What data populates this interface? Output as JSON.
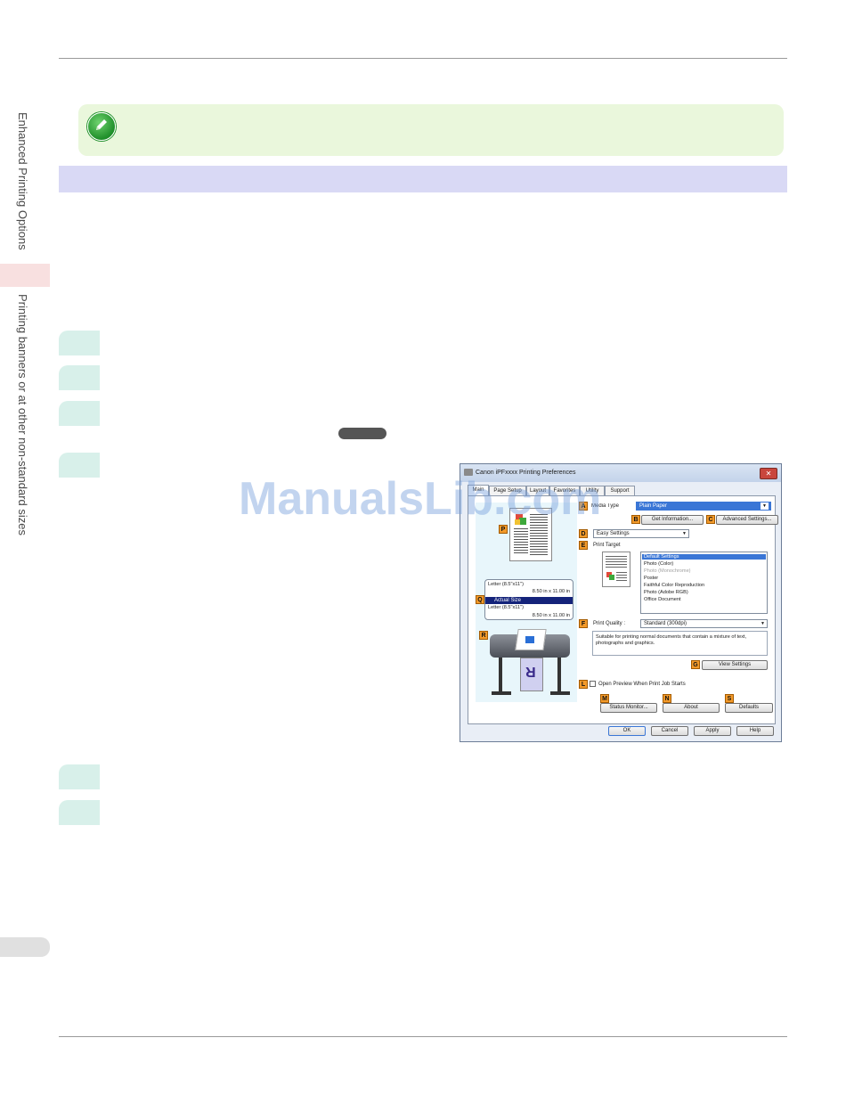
{
  "side_tabs": {
    "chapter": "Enhanced Printing Options",
    "section": "Printing banners or at other non-standard sizes"
  },
  "watermark": "ManualsLib.com",
  "dialog": {
    "title": "Canon iPFxxxx Printing Preferences",
    "close_label": "✕",
    "tabs": [
      "Main",
      "Page Setup",
      "Layout",
      "Favorites",
      "Utility",
      "Support"
    ],
    "media_type_label": "Media Type",
    "media_type_value": "Plain Paper",
    "get_information_button": "Get Information...",
    "advanced_settings_button": "Advanced Settings...",
    "mode_value": "Easy Settings",
    "print_target_label": "Print Target",
    "print_target_items": [
      {
        "label": "Default Settings",
        "state": "selected"
      },
      {
        "label": "Photo (Color)",
        "state": "normal"
      },
      {
        "label": "Photo (Monochrome)",
        "state": "disabled"
      },
      {
        "label": "Poster",
        "state": "normal"
      },
      {
        "label": "Faithful Color Reproduction",
        "state": "normal"
      },
      {
        "label": "Photo (Adobe RGB)",
        "state": "normal"
      },
      {
        "label": "Office Document",
        "state": "normal"
      }
    ],
    "print_quality_label": "Print Quality :",
    "print_quality_value": "Standard (300dpi)",
    "description": "Suitable for printing normal documents that contain a mixture of text, photographs and graphics.",
    "view_settings_button": "View Settings",
    "open_preview_label": "Open Preview When Print Job Starts",
    "status_monitor_button": "Status Monitor...",
    "about_button": "About",
    "defaults_button": "Defaults",
    "ok_button": "OK",
    "cancel_button": "Cancel",
    "apply_button": "Apply",
    "help_button": "Help",
    "size_panel": {
      "line1": "Letter (8.5\"x11\")",
      "line2": "8.50 in x 11.00 in",
      "bar": "Actual Size",
      "line3": "Letter (8.5\"x11\")",
      "line4": "8.50 in x 11.00 in"
    },
    "badges": {
      "a": "A",
      "b": "B",
      "c": "C",
      "d": "D",
      "e": "E",
      "f": "F",
      "g": "G",
      "l": "L",
      "m": "M",
      "n": "N",
      "s": "S",
      "p": "P",
      "q": "Q",
      "r": "R"
    },
    "printer_paper_letter": "R"
  },
  "colors": {
    "note_bg": "#eaf7dc",
    "section_bar": "#d9d9f5",
    "step_bg": "#d8f0ea",
    "badge": "#f39a2a",
    "selection": "#3a76d6"
  }
}
